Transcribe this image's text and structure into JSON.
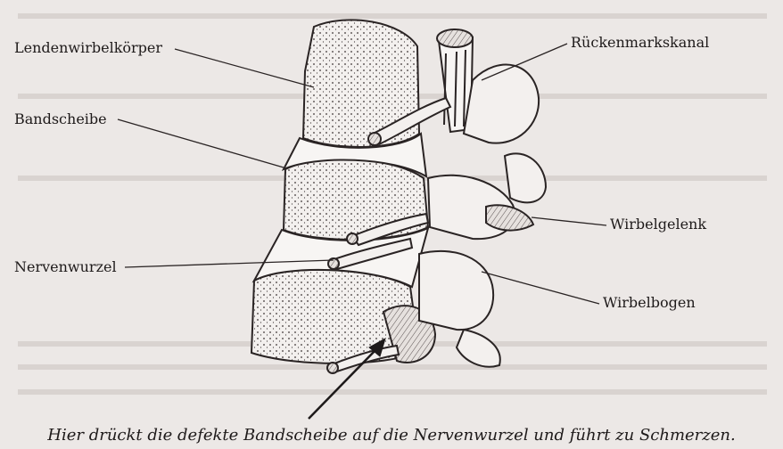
{
  "labels": {
    "lendenwirbelkoerper": "Lendenwirbelkörper",
    "bandscheibe": "Bandscheibe",
    "nervenwurzel": "Nervenwurzel",
    "rueckenmarkskanal": "Rückenmarkskanal",
    "wirbelgelenk": "Wirbelgelenk",
    "wirbelbogen": "Wirbelbogen"
  },
  "caption": "Hier drückt die defekte Bandscheibe auf die Nervenwurzel und führt zu Schmerzen."
}
